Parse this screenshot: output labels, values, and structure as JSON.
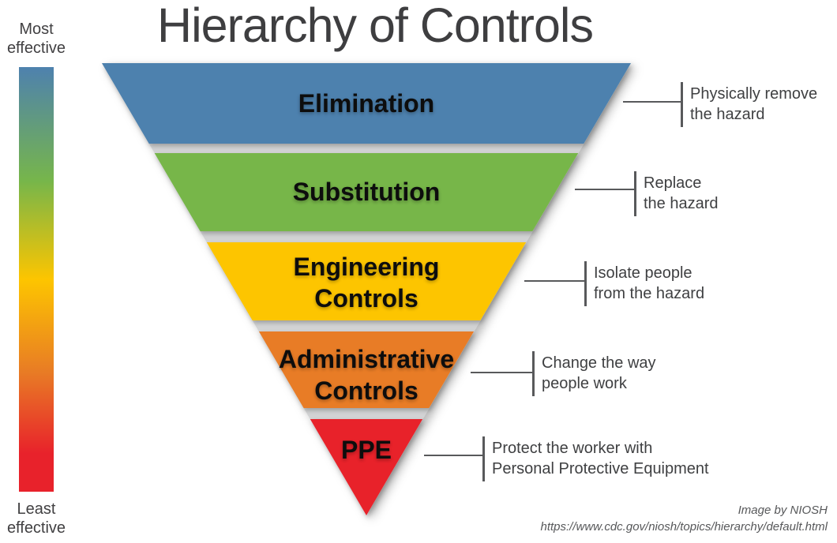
{
  "title": "Hierarchy of Controls",
  "effectiveness_scale": {
    "top_label": "Most effective",
    "bottom_label": "Least effective",
    "gradient_colors": [
      "#4e81ae",
      "#77b64a",
      "#fdc500",
      "#e87b25",
      "#e8222b"
    ]
  },
  "pyramid": {
    "bands": [
      {
        "label": "Elimination",
        "color": "#4e81ae",
        "description_line1": "Physically remove",
        "description_line2": "the hazard"
      },
      {
        "label": "Substitution",
        "color": "#77b64a",
        "description_line1": "Replace",
        "description_line2": "the hazard"
      },
      {
        "label": "Engineering Controls",
        "color": "#fdc500",
        "description_line1": "Isolate people",
        "description_line2": "from the hazard"
      },
      {
        "label": "Administrative Controls",
        "color": "#e87b25",
        "description_line1": "Change the way",
        "description_line2": "people work"
      },
      {
        "label": "PPE",
        "color": "#e8222b",
        "description_line1": "Protect the worker with",
        "description_line2": "Personal Protective Equipment"
      }
    ]
  },
  "credit": {
    "line1": "Image by NIOSH",
    "line2": "https://www.cdc.gov/niosh/topics/hierarchy/default.html"
  }
}
